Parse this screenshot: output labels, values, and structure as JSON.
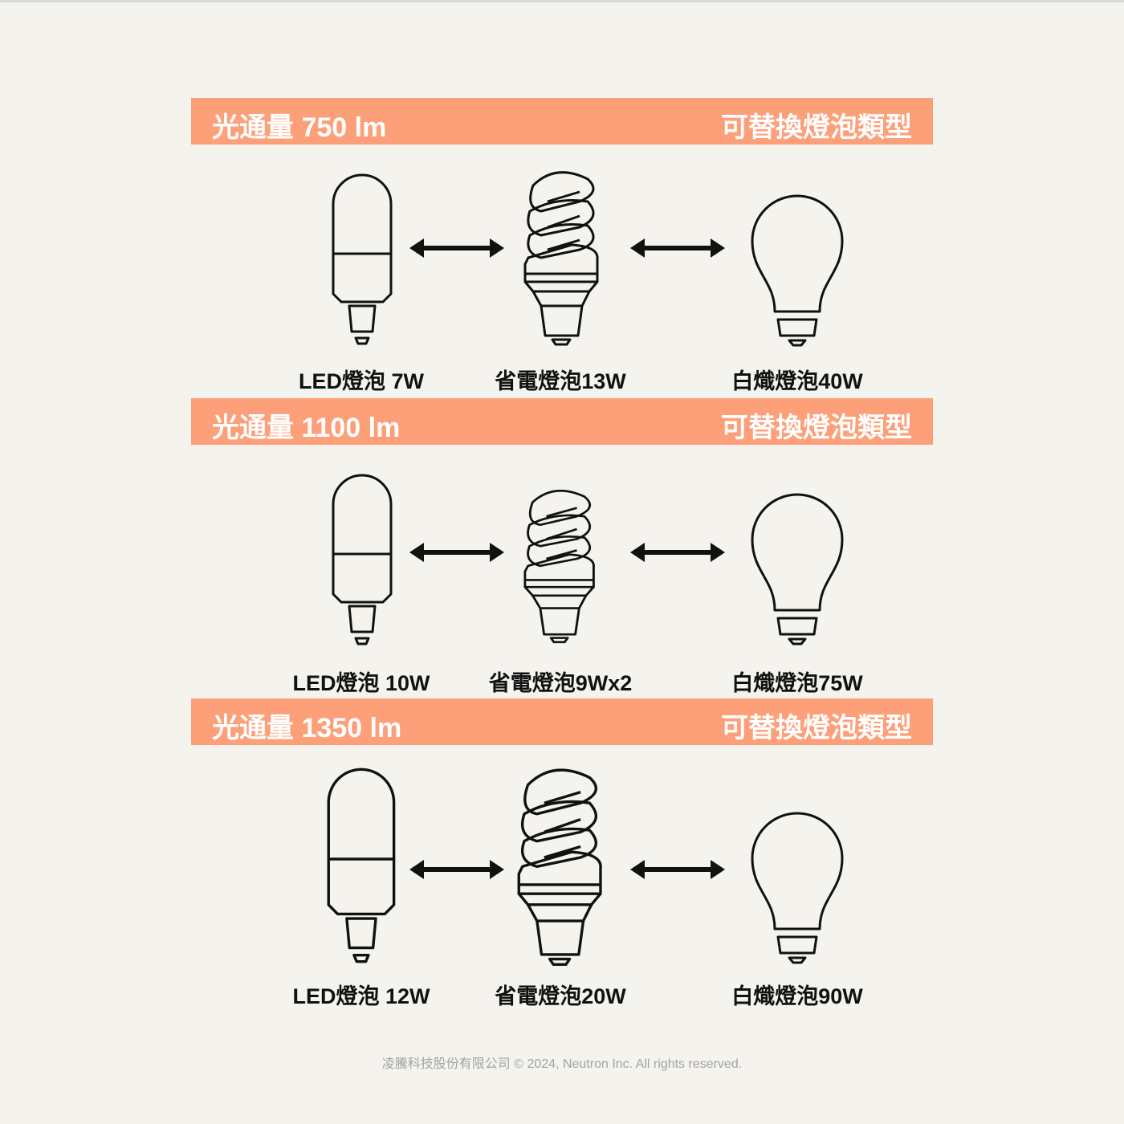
{
  "sections": [
    {
      "lumen": "光通量 750 lm",
      "replace": "可替換燈泡類型",
      "led": "LED燈泡 7W",
      "cfl": "省電燈泡13W",
      "inc": "白熾燈泡40W"
    },
    {
      "lumen": "光通量 1100 lm",
      "replace": "可替換燈泡類型",
      "led": "LED燈泡 10W",
      "cfl": "省電燈泡9Wx2",
      "inc": "白熾燈泡75W"
    },
    {
      "lumen": "光通量 1350 lm",
      "replace": "可替換燈泡類型",
      "led": "LED燈泡 12W",
      "cfl": "省電燈泡20W",
      "inc": "白熾燈泡90W"
    }
  ],
  "footer": "凌騰科技股份有限公司 © 2024, Neutron Inc. All rights reserved.",
  "colors": {
    "band": "#fd9f79",
    "background": "#f5f3ee"
  }
}
